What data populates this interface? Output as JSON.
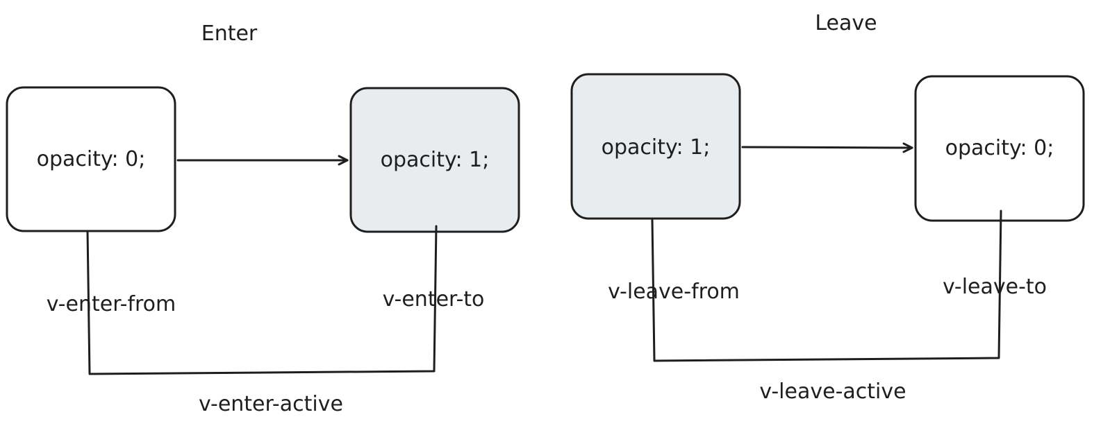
{
  "enter": {
    "title": "Enter",
    "from_box": "opacity: 0;",
    "to_box": "opacity: 1;",
    "from_label": "v-enter-from",
    "to_label": "v-enter-to",
    "active_label": "v-enter-active"
  },
  "leave": {
    "title": "Leave",
    "from_box": "opacity: 1;",
    "to_box": "opacity: 0;",
    "from_label": "v-leave-from",
    "to_label": "v-leave-to",
    "active_label": "v-leave-active"
  },
  "colors": {
    "stroke": "#1e1e1e",
    "highlight_fill": "#e9ecef",
    "plain_fill": "#ffffff"
  }
}
